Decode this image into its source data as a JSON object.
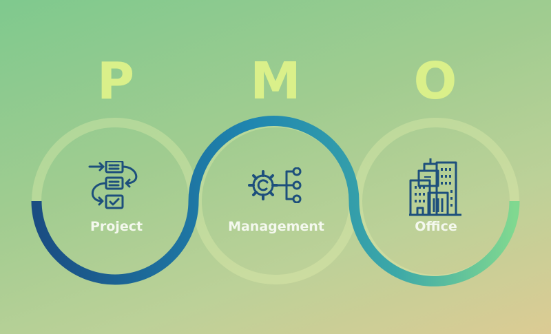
{
  "letters": {
    "p": "P",
    "m": "M",
    "o": "O"
  },
  "stages": [
    {
      "label": "Project",
      "icon": "workflow-icon"
    },
    {
      "label": "Management",
      "icon": "gear-network-icon"
    },
    {
      "label": "Office",
      "icon": "buildings-icon"
    }
  ],
  "colors": {
    "letter": "#daf08a",
    "label": "#f4f8ee",
    "icon": "#1d4f7c",
    "wave_start": "#1a4d82",
    "wave_mid": "#1f86b0",
    "wave_end": "#80d890"
  }
}
